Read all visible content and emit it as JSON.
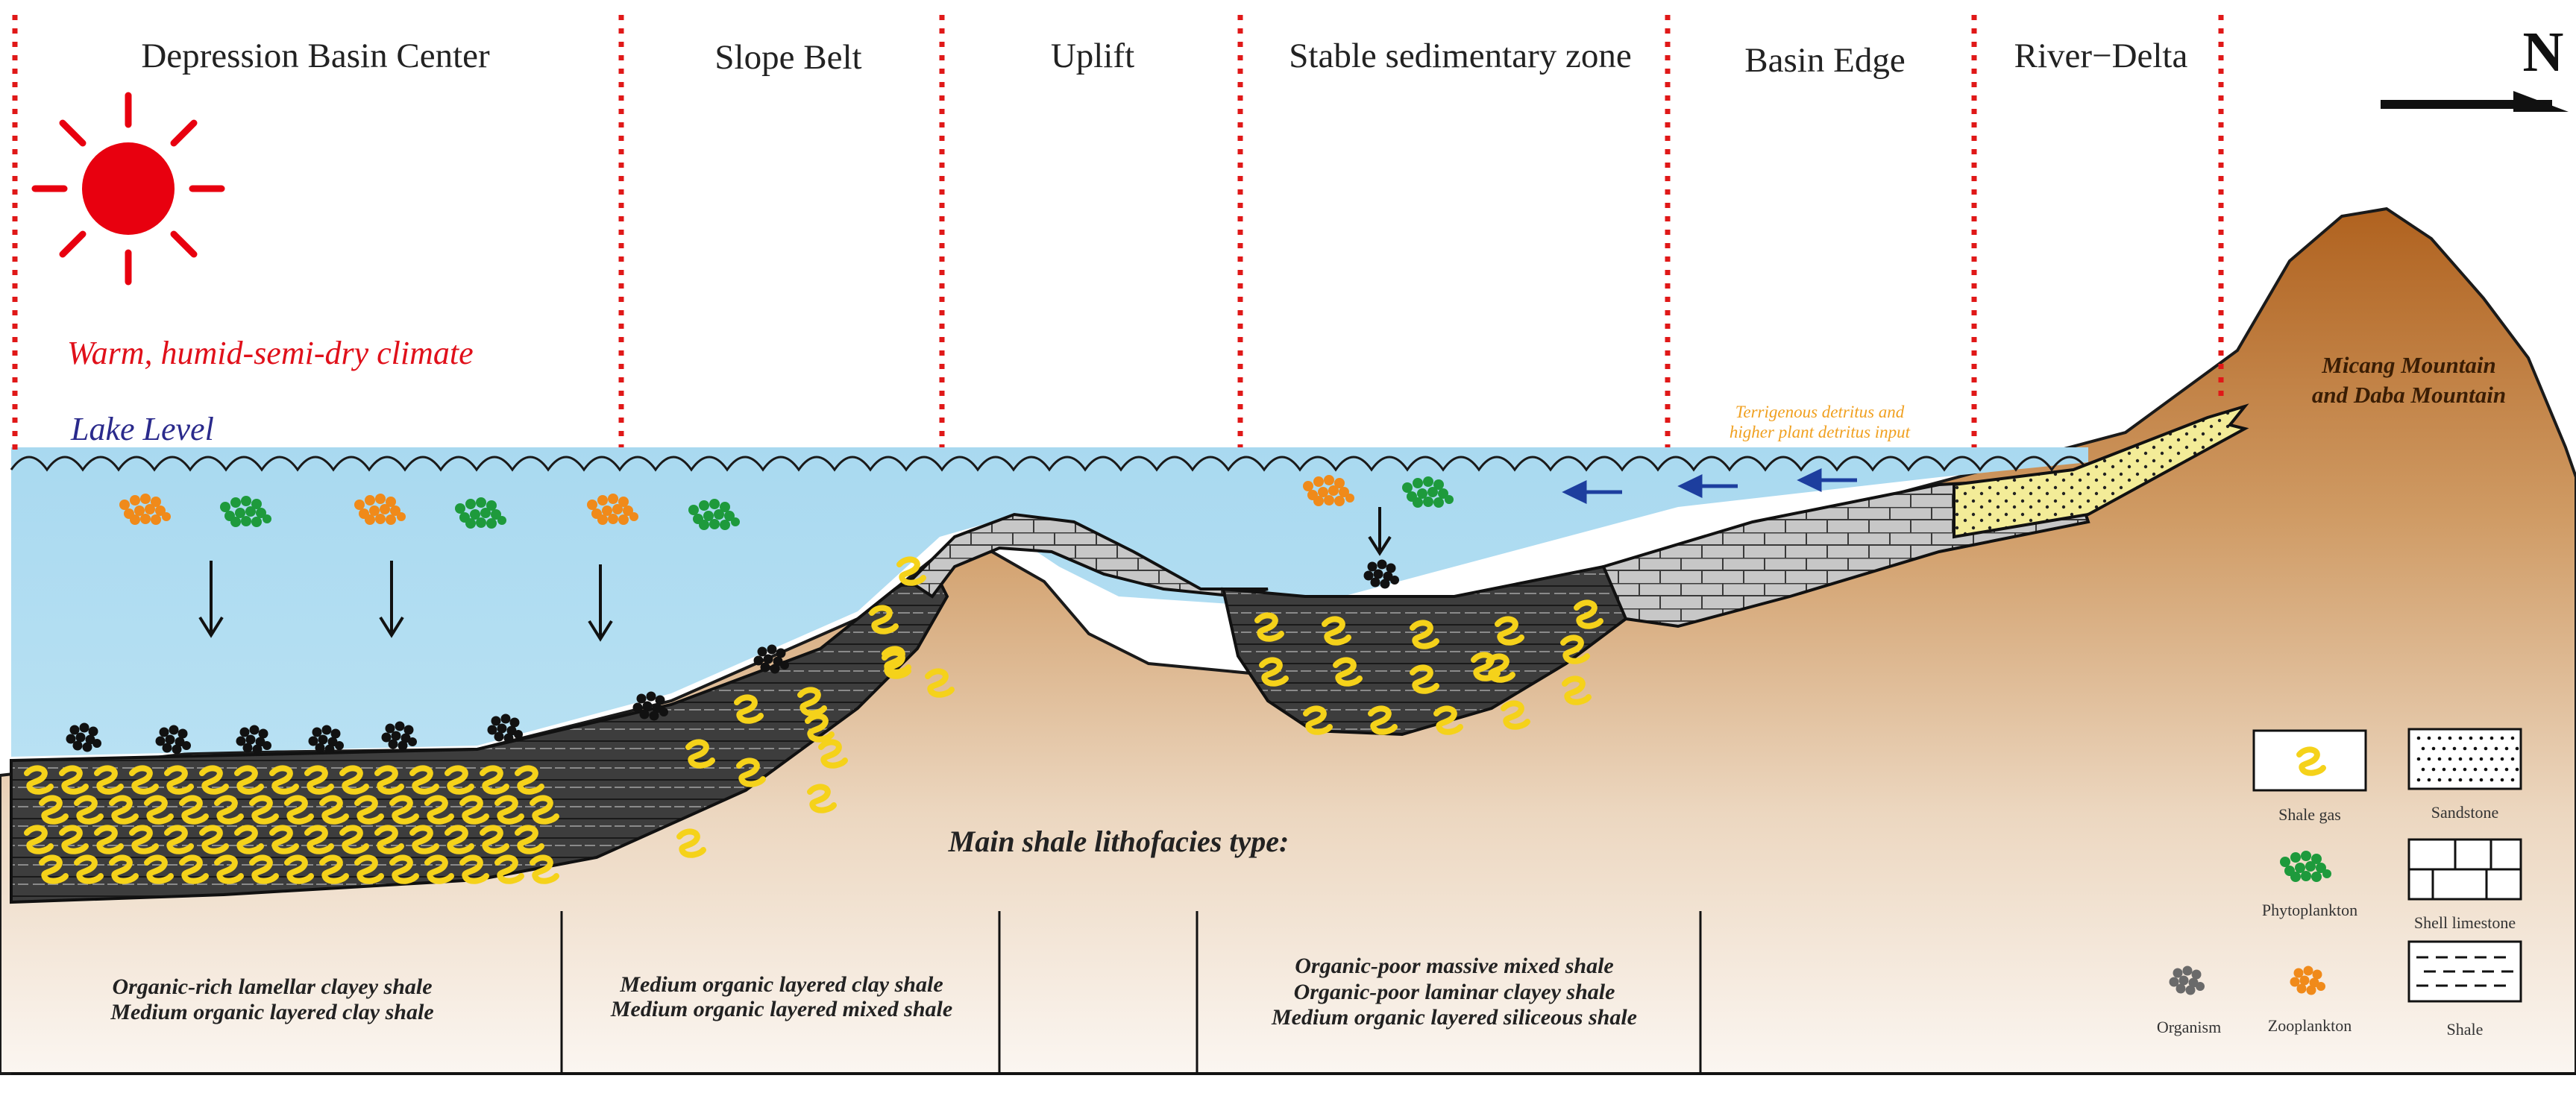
{
  "zones": [
    "Depression Basin Center",
    "Slope Belt",
    "Uplift",
    "Stable sedimentary zone",
    "Basin Edge",
    "River−Delta"
  ],
  "north_label": "N",
  "climate_label": "Warm, humid-semi-dry climate",
  "lake_level_label": "Lake Level",
  "terrigenous_input": [
    "Terrigenous detritus and",
    "higher plant detritus input"
  ],
  "mountain_label": [
    "Micang Mountain",
    "and  Daba Mountain"
  ],
  "main_lithofacies_title": "Main shale lithofacies type:",
  "lithofacies_columns": [
    [
      "Organic-rich lamellar clayey shale",
      "Medium organic layered clay shale"
    ],
    [
      "Medium organic layered clay shale",
      "Medium organic layered mixed shale"
    ],
    [],
    [
      "Organic-poor massive mixed shale",
      "Organic-poor laminar clayey shale",
      "Medium organic layered siliceous shale"
    ],
    []
  ],
  "legend": {
    "shale_gas": "Shale gas",
    "sandstone": "Sandstone",
    "phytoplankton": "Phytoplankton",
    "shell_limestone": "Shell limestone",
    "organism": "Organism",
    "zooplankton": "Zooplankton",
    "shale": "Shale"
  },
  "colors": {
    "sun": "#e8000f",
    "water": "#b3def2",
    "zone_divider": "#e01818",
    "zooplankton": "#f08a1a",
    "phytoplankton": "#1e9a3c",
    "organism": "#111111",
    "shale_gas": "#f5d21a",
    "dark_shale": "#3f3f3f",
    "limestone": "#c9c9c9",
    "sandstone": "#f2eb94",
    "mountain_top": "#b5682a",
    "mountain_base": "#f7efe6",
    "arrow_blue": "#1d3e9e"
  }
}
